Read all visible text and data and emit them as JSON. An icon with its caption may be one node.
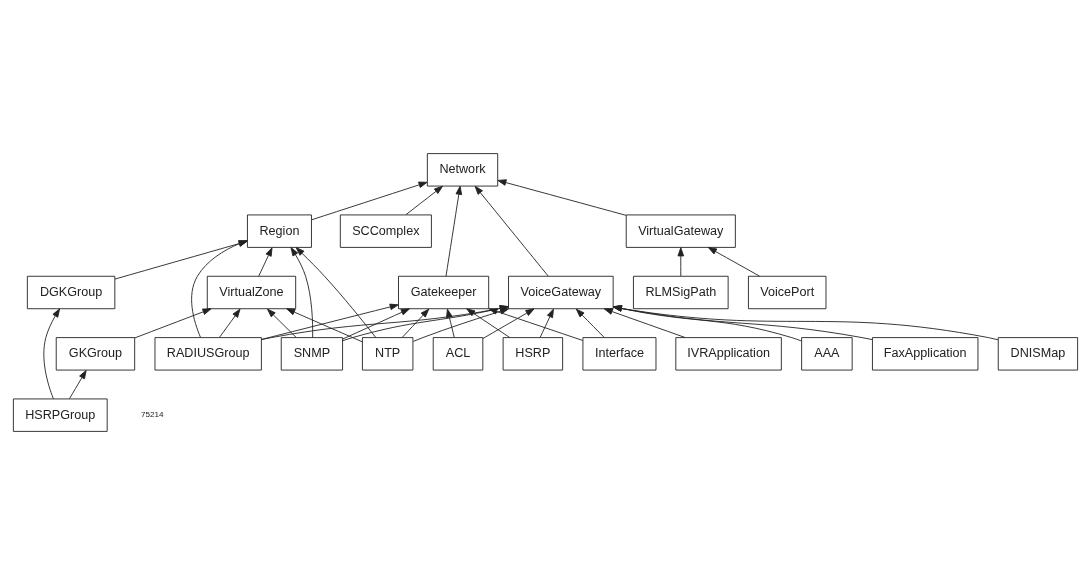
{
  "diagram": {
    "nodes": [
      {
        "text": [
          "RADIUSGroup"
        ]
      },
      {
        "text": [
          "Network"
        ]
      },
      {
        "text": [
          "SNMP"
        ]
      },
      {
        "text": [
          "Region"
        ]
      },
      {
        "text": [
          "SCComplex"
        ]
      },
      {
        "text": [
          "NTP"
        ]
      },
      {
        "text": [
          "Gatekeeper"
        ]
      },
      {
        "text": [
          "VoiceGateway"
        ]
      },
      {
        "text": [
          "VirtualZone"
        ]
      },
      {
        "text": [
          "GKGroup"
        ]
      },
      {
        "text": [
          "DGKGroup"
        ]
      },
      {
        "text": [
          "ACL"
        ]
      },
      {
        "text": [
          "IVRApplication"
        ]
      },
      {
        "text": [
          "HSRP"
        ]
      },
      {
        "text": [
          "VirtualGateway"
        ]
      },
      {
        "text": [
          "HSRPGroup"
        ]
      },
      {
        "text": [
          "Interface"
        ]
      },
      {
        "text": [
          "AAA"
        ]
      },
      {
        "text": [
          "VoicePort"
        ]
      },
      {
        "text": [
          "RLMSigPath"
        ]
      },
      {
        "text": [
          "FaxApplication"
        ]
      },
      {
        "text": [
          "DNISMap"
        ]
      }
    ],
    "edges": [
      {
        "from": 0,
        "to": 6,
        "arrow": "to"
      },
      {
        "from": 0,
        "to": 3,
        "arrow": "to"
      },
      {
        "from": 0,
        "to": 7,
        "arrow": "to"
      },
      {
        "from": 0,
        "to": 8,
        "arrow": "to"
      },
      {
        "from": 2,
        "to": 6,
        "arrow": "to"
      },
      {
        "from": 2,
        "to": 3,
        "arrow": "to"
      },
      {
        "from": 2,
        "to": 7,
        "arrow": "to"
      },
      {
        "from": 2,
        "to": 8,
        "arrow": "to"
      },
      {
        "from": 5,
        "to": 6,
        "arrow": "to"
      },
      {
        "from": 5,
        "to": 7,
        "arrow": "to"
      },
      {
        "from": 5,
        "to": 3,
        "arrow": "to"
      },
      {
        "from": 5,
        "to": 8,
        "arrow": "to"
      },
      {
        "from": 6,
        "to": 1,
        "arrow": "to"
      },
      {
        "from": 7,
        "to": 1,
        "arrow": "to"
      },
      {
        "from": 3,
        "to": 1,
        "arrow": "to"
      },
      {
        "from": 4,
        "to": 1,
        "arrow": "to"
      },
      {
        "from": 8,
        "to": 3,
        "arrow": "to"
      },
      {
        "from": 9,
        "to": 8,
        "arrow": "to"
      },
      {
        "from": 10,
        "to": 3,
        "arrow": "to"
      },
      {
        "from": 14,
        "to": 1,
        "arrow": "to"
      },
      {
        "from": 11,
        "to": 6,
        "arrow": "to"
      },
      {
        "from": 11,
        "to": 7,
        "arrow": "to"
      },
      {
        "from": 13,
        "to": 6,
        "arrow": "to"
      },
      {
        "from": 13,
        "to": 7,
        "arrow": "to"
      },
      {
        "from": 16,
        "to": 6,
        "arrow": "to"
      },
      {
        "from": 16,
        "to": 7,
        "arrow": "to"
      },
      {
        "from": 20,
        "to": 7,
        "arrow": "to"
      },
      {
        "from": 21,
        "to": 7,
        "arrow": "to"
      },
      {
        "from": 17,
        "to": 7,
        "arrow": "to"
      },
      {
        "from": 12,
        "to": 7,
        "arrow": "to"
      },
      {
        "from": 15,
        "to": 9,
        "arrow": "to"
      },
      {
        "from": 15,
        "to": 10,
        "arrow": "to"
      },
      {
        "from": 18,
        "to": 14,
        "arrow": "to"
      },
      {
        "from": 19,
        "to": 14,
        "arrow": "to"
      }
    ],
    "labels": [
      "75214"
    ]
  }
}
